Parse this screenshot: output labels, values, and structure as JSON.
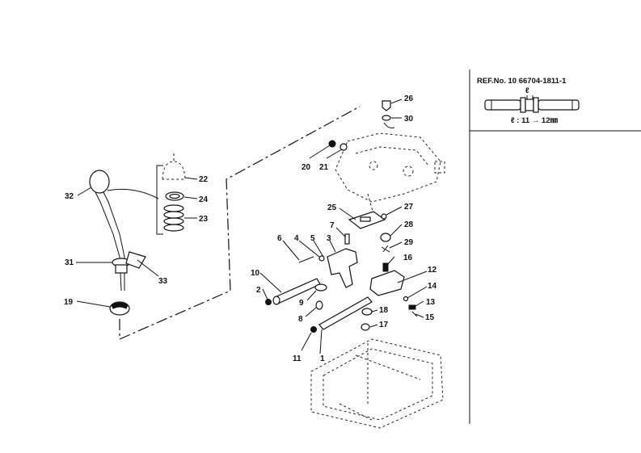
{
  "reference": {
    "ref_no": "REF.No. 10 66704-1811-1",
    "dim_symbol": "ℓ",
    "dim_note": "ℓ : 11 → 12㎜"
  },
  "part_labels": {
    "p1": "1",
    "p2": "2",
    "p3": "3",
    "p4": "4",
    "p5": "5",
    "p6": "6",
    "p7": "7",
    "p8": "8",
    "p9": "9",
    "p10": "10",
    "p11": "11",
    "p12": "12",
    "p13": "13",
    "p14": "14",
    "p15": "15",
    "p16": "16",
    "p17": "17",
    "p18": "18",
    "p19": "19",
    "p20": "20",
    "p21": "21",
    "p22": "22",
    "p23": "23",
    "p24": "24",
    "p25": "25",
    "p26": "26",
    "p27": "27",
    "p28": "28",
    "p29": "29",
    "p30": "30",
    "p31": "31",
    "p32": "32",
    "p33": "33"
  }
}
